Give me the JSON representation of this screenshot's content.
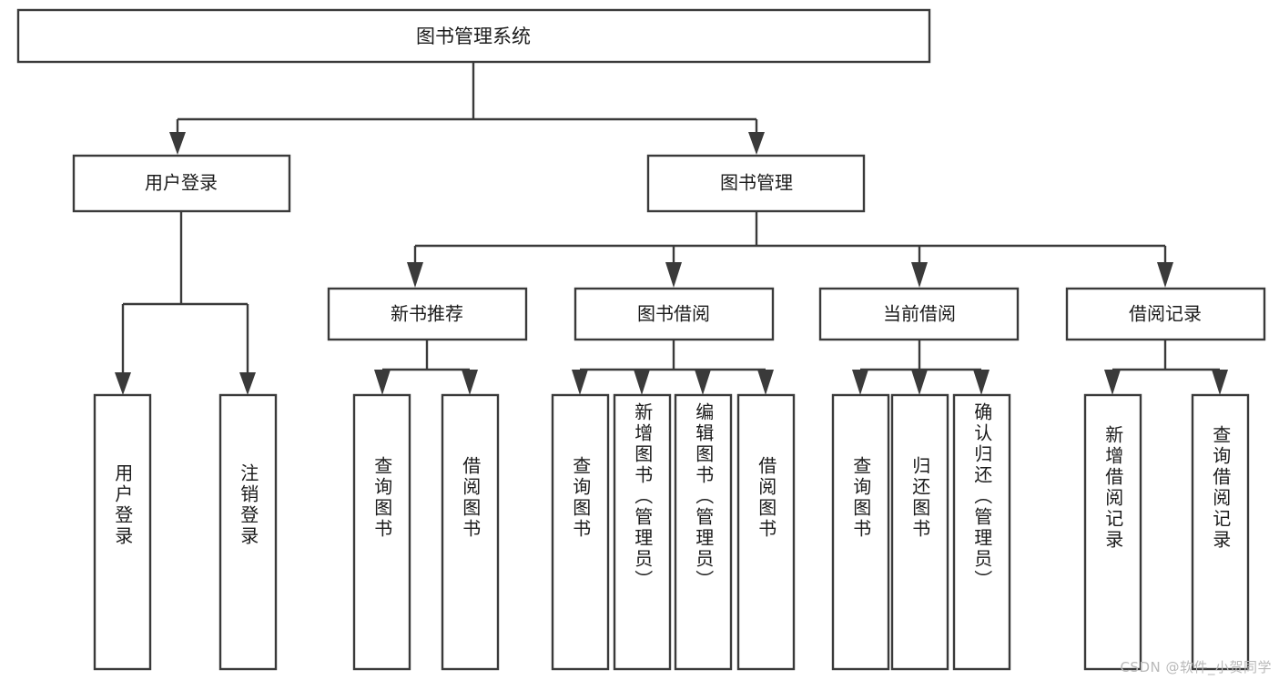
{
  "diagram": {
    "type": "tree-hierarchy-chart",
    "title": "图书管理系统",
    "watermark": "CSDN @软件_小贺同学",
    "colors": {
      "box_stroke": "#3a3a3a",
      "box_fill": "#ffffff",
      "text": "#1b1b1b",
      "background": "#ffffff",
      "watermark": "#b9b9b9"
    },
    "root": {
      "id": "root",
      "label": "图书管理系统"
    },
    "level1": [
      {
        "id": "user-login",
        "label": "用户登录"
      },
      {
        "id": "book-manage",
        "label": "图书管理"
      }
    ],
    "level2": [
      {
        "id": "new-book-recommend",
        "label": "新书推荐",
        "parent": "book-manage"
      },
      {
        "id": "book-borrow",
        "label": "图书借阅",
        "parent": "book-manage"
      },
      {
        "id": "current-borrow",
        "label": "当前借阅",
        "parent": "book-manage"
      },
      {
        "id": "borrow-record",
        "label": "借阅记录",
        "parent": "book-manage"
      }
    ],
    "leaves": [
      {
        "id": "leaf-user-login",
        "label": "用户登录",
        "parent": "user-login"
      },
      {
        "id": "leaf-user-logout",
        "label": "注销登录",
        "parent": "user-login"
      },
      {
        "id": "leaf-query-book-1",
        "label": "查询图书",
        "parent": "new-book-recommend"
      },
      {
        "id": "leaf-borrow-book-1",
        "label": "借阅图书",
        "parent": "new-book-recommend"
      },
      {
        "id": "leaf-query-book-2",
        "label": "查询图书",
        "parent": "book-borrow"
      },
      {
        "id": "leaf-add-book",
        "label": "新增图书（管理员）",
        "parent": "book-borrow"
      },
      {
        "id": "leaf-edit-book",
        "label": "编辑图书（管理员）",
        "parent": "book-borrow"
      },
      {
        "id": "leaf-borrow-book-2",
        "label": "借阅图书",
        "parent": "book-borrow"
      },
      {
        "id": "leaf-query-book-3",
        "label": "查询图书",
        "parent": "current-borrow"
      },
      {
        "id": "leaf-return-book",
        "label": "归还图书",
        "parent": "current-borrow"
      },
      {
        "id": "leaf-confirm-return",
        "label": "确认归还（管理员）",
        "parent": "current-borrow"
      },
      {
        "id": "leaf-add-record",
        "label": "新增借阅记录",
        "parent": "borrow-record"
      },
      {
        "id": "leaf-query-record",
        "label": "查询借阅记录",
        "parent": "borrow-record"
      }
    ]
  }
}
